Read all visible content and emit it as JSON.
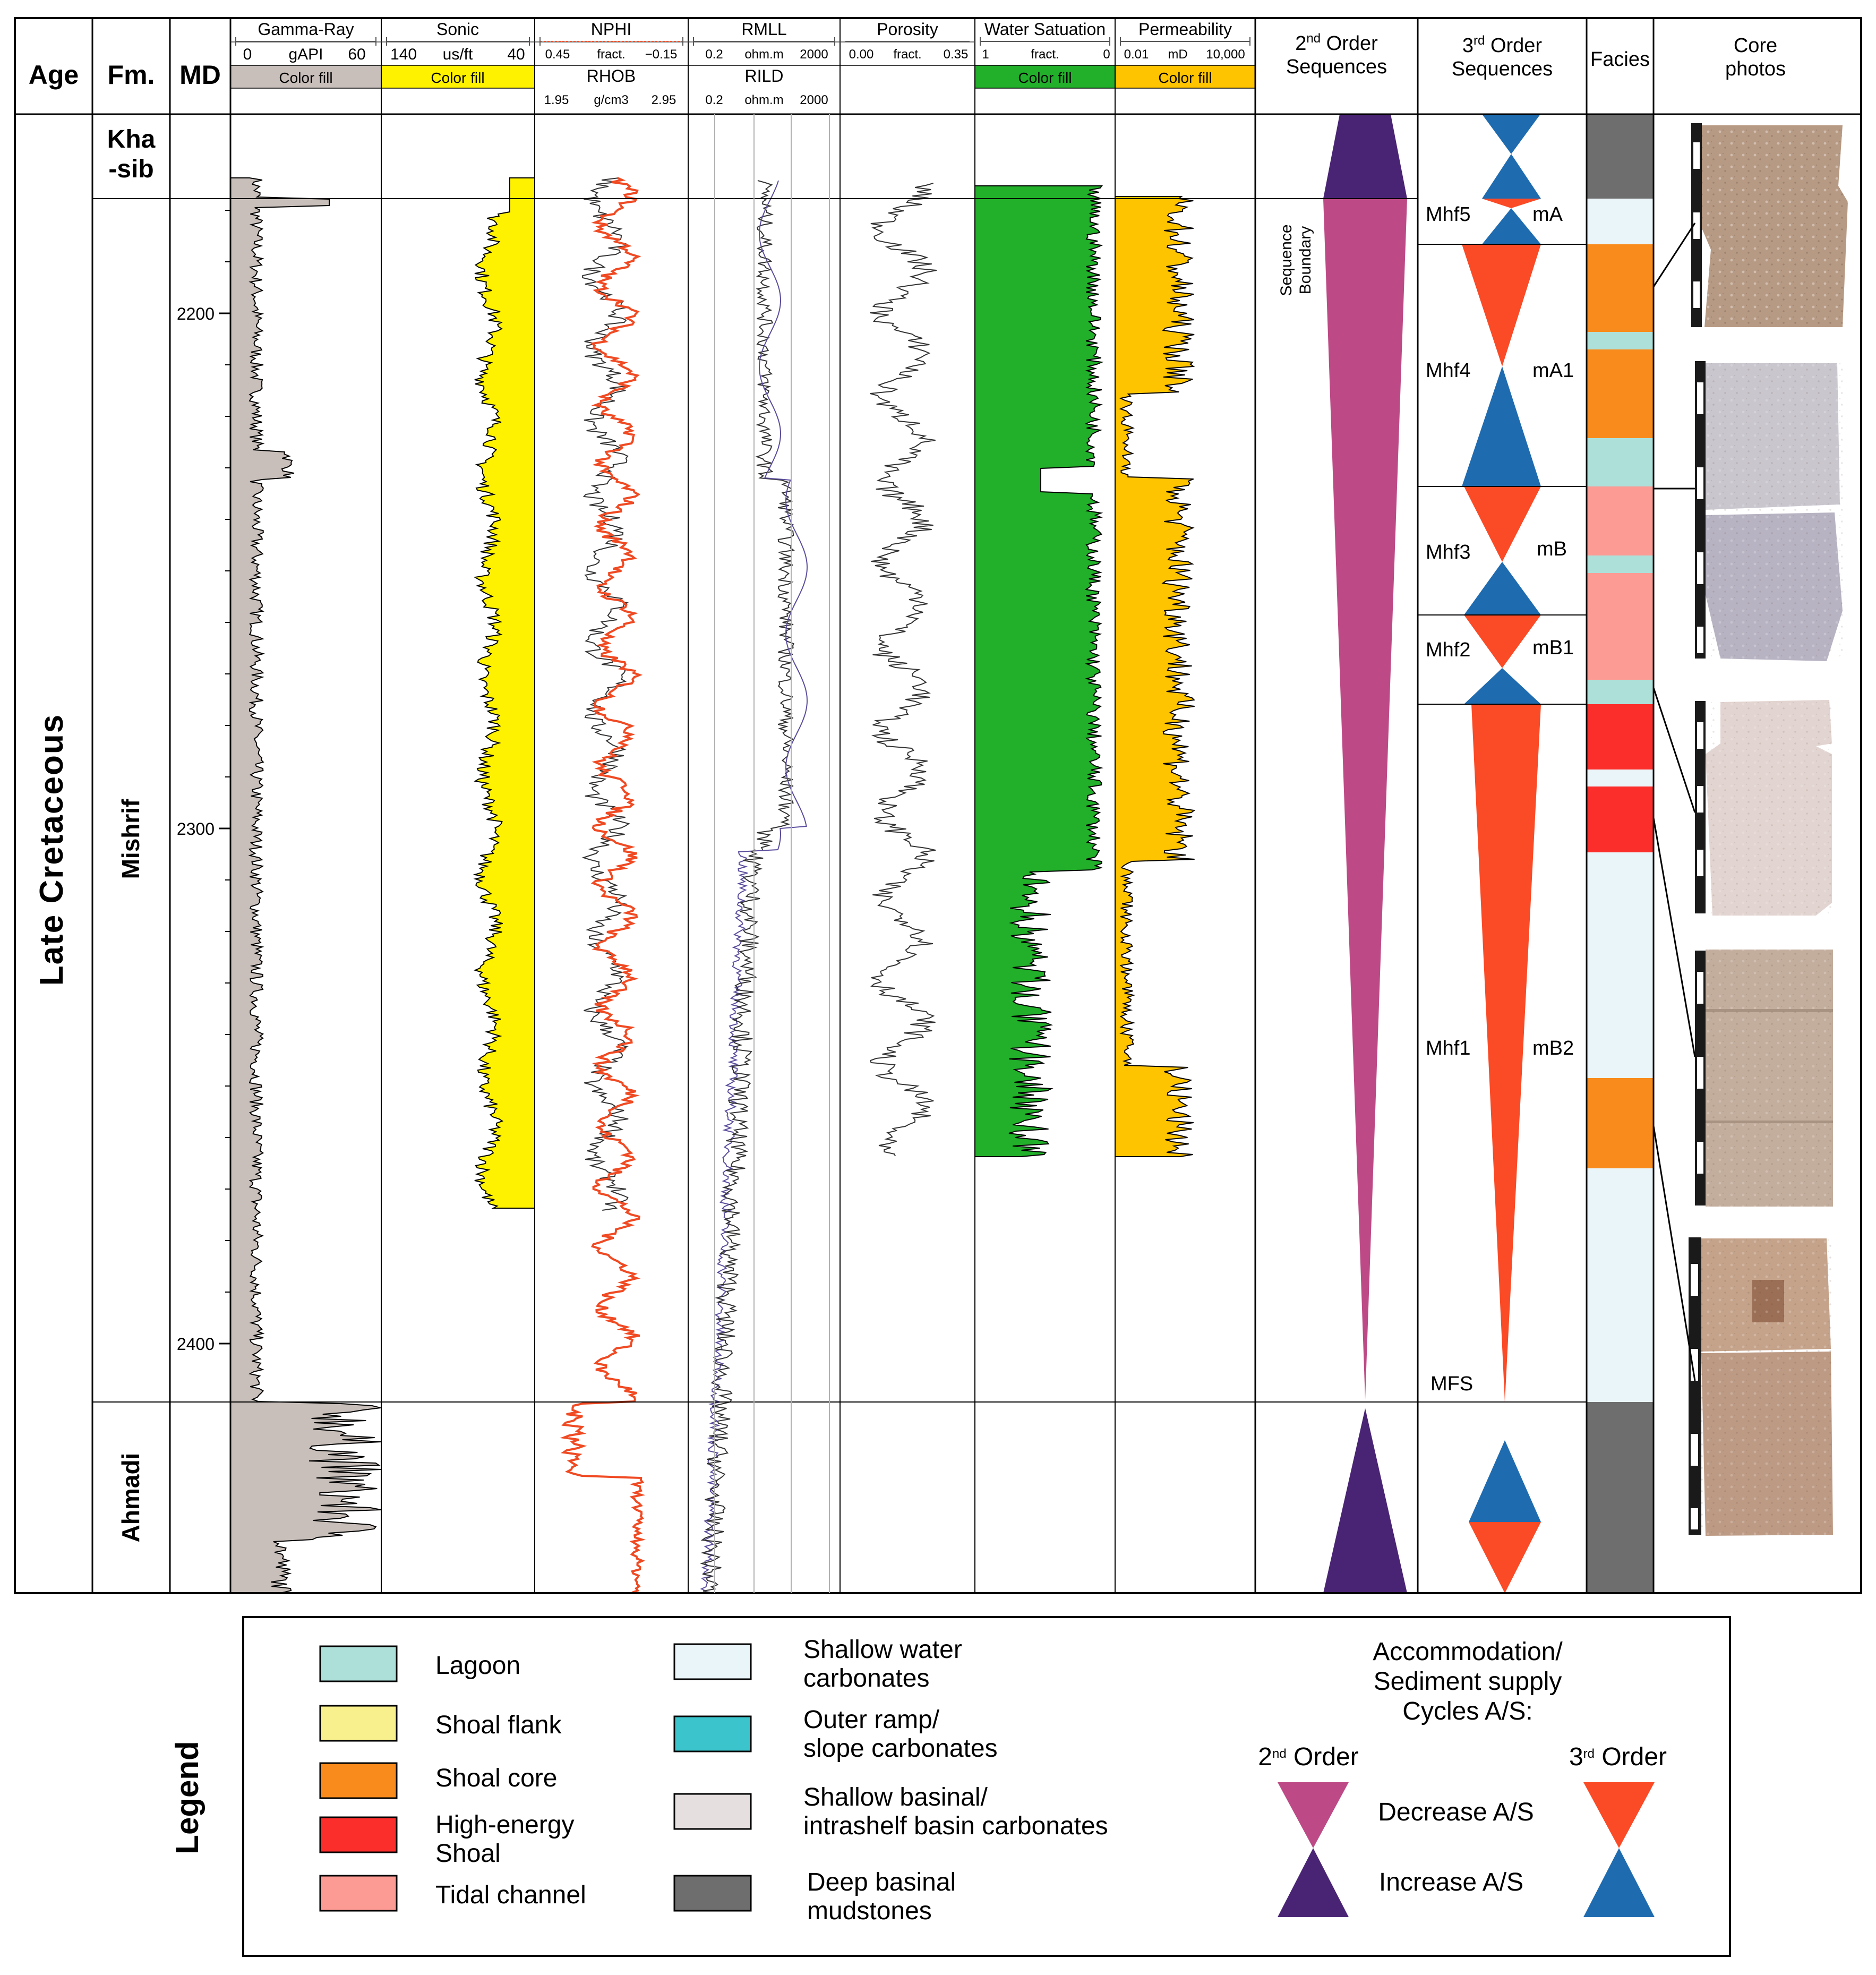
{
  "header": {
    "age": "Age",
    "formation": "Fm.",
    "md": "MD",
    "second_order": [
      "2nd Order",
      "Sequences"
    ],
    "third_order": [
      "3rd Order",
      "Sequences"
    ],
    "facies": "Facies",
    "core_photos": [
      "Core",
      "photos"
    ]
  },
  "tracks": [
    {
      "name": "Gamma-Ray",
      "scale": [
        "0",
        "gAPI",
        "60"
      ],
      "fill_label": "Color fill",
      "fill_color": "#c8bfba"
    },
    {
      "name": "Sonic",
      "scale": [
        "140",
        "us/ft",
        "40"
      ],
      "fill_label": "Color fill",
      "fill_color": "#fff200"
    },
    {
      "name": "NPHI",
      "scale": [
        "0.45",
        "fract.",
        "−0.15"
      ],
      "name2": "RHOB",
      "scale2": [
        "1.95",
        "g/cm3",
        "2.95"
      ],
      "color": "#f04a23"
    },
    {
      "name": "RMLL",
      "scale": [
        "0.2",
        "ohm.m",
        "2000"
      ],
      "name2": "RILD",
      "scale2": [
        "0.2",
        "ohm.m",
        "2000"
      ]
    },
    {
      "name": "Porosity",
      "scale": [
        "0.00",
        "fract.",
        "0.35"
      ]
    },
    {
      "name": "Water Satuation",
      "scale": [
        "1",
        "fract.",
        "0"
      ],
      "fill_label": "Color fill",
      "fill_color": "#22b02a"
    },
    {
      "name": "Permeability",
      "scale": [
        "0.01",
        "mD",
        "10,000"
      ],
      "fill_label": "Color fill",
      "fill_color": "#ffc400"
    }
  ],
  "age": "Late Cretaceous",
  "formations": [
    "Kha",
    "-sib",
    "Mishrif",
    "Ahmadi"
  ],
  "depth_ticks": [
    {
      "value": 2200,
      "label": "2200"
    },
    {
      "value": 2300,
      "label": "2300"
    },
    {
      "value": 2400,
      "label": "2400"
    }
  ],
  "second_order_labels": [
    "Sequence",
    "Boundary"
  ],
  "third_order": [
    {
      "name": "Mhf5",
      "code": "mA"
    },
    {
      "name": "Mhf4",
      "code": "mA1"
    },
    {
      "name": "Mhf3",
      "code": "mB"
    },
    {
      "name": "Mhf2",
      "code": "mB1"
    },
    {
      "name": "Mhf1",
      "code": "mB2"
    }
  ],
  "mfs_label": "MFS",
  "legend": {
    "title": "Legend",
    "facies": [
      {
        "label": [
          "Lagoon"
        ],
        "color": "#aee0da"
      },
      {
        "label": [
          "Shoal flank"
        ],
        "color": "#f8f08c"
      },
      {
        "label": [
          "Shoal core"
        ],
        "color": "#f98b1c"
      },
      {
        "label": [
          "High-energy",
          "Shoal"
        ],
        "color": "#fb2e2c"
      },
      {
        "label": [
          "Tidal channel"
        ],
        "color": "#fc9b94"
      },
      {
        "label": [
          "Shallow water",
          "carbonates"
        ],
        "color": "#eaf5f9"
      },
      {
        "label": [
          "Outer ramp/",
          "slope carbonates"
        ],
        "color": "#3cc4cc"
      },
      {
        "label": [
          "Shallow basinal/",
          "intrashelf basin carbonates"
        ],
        "color": "#e5dfdf"
      },
      {
        "label": [
          "Deep basinal",
          "mudstones"
        ],
        "color": "#6e6e6e"
      }
    ],
    "cycles_title": [
      "Accommodation/",
      "Sediment supply",
      "Cycles A/S:"
    ],
    "second_order": "2nd Order",
    "third_order": "3rd Order",
    "decrease": "Decrease A/S",
    "increase": "Increase A/S",
    "colors": {
      "decrease_2nd": "#bd4a86",
      "increase_2nd": "#4a2474",
      "decrease_3rd": "#fb4a26",
      "increase_3rd": "#1f6bb0"
    }
  }
}
